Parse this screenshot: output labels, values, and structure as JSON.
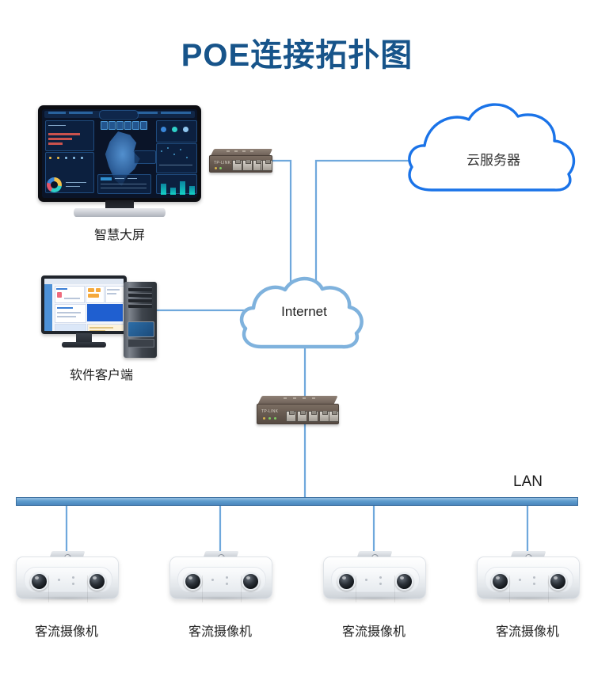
{
  "title": "POE连接拓扑图",
  "theme": {
    "title_color": "#17548a",
    "wire_color": "#6fa8dc",
    "lan_bar_color": "#4a86bd",
    "cloud_server_stroke": "#1a73e8",
    "internet_cloud_stroke": "#7fb2dd"
  },
  "nodes": {
    "cloud_server": {
      "label": "云服务器",
      "icon": "cloud-icon"
    },
    "internet": {
      "label": "Internet",
      "icon": "cloud-icon"
    },
    "smart_screen": {
      "label": "智慧大屏",
      "icon": "tv-monitor-icon"
    },
    "software_client": {
      "label": "软件客户端",
      "icon": "desktop-computer-icon"
    },
    "switch_top": {
      "brand": "TP-LINK",
      "icon": "network-switch-icon",
      "ports": 5
    },
    "switch_bottom": {
      "brand": "TP-LINK",
      "icon": "network-switch-icon",
      "ports": 5
    },
    "lan": {
      "label": "LAN"
    }
  },
  "cameras": [
    {
      "label": "客流摄像机",
      "icon": "people-counting-camera-icon"
    },
    {
      "label": "客流摄像机",
      "icon": "people-counting-camera-icon"
    },
    {
      "label": "客流摄像机",
      "icon": "people-counting-camera-icon"
    },
    {
      "label": "客流摄像机",
      "icon": "people-counting-camera-icon"
    }
  ]
}
